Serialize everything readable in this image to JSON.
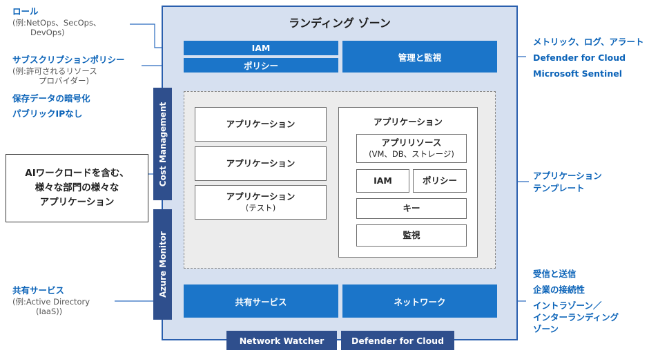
{
  "left": {
    "roles_title": "ロール",
    "roles_example": [
      "(例:NetOps、SecOps、",
      "DevOps)"
    ],
    "sub_policy_title": "サブスクリプションポリシー",
    "sub_policy_example": [
      "(例:許可されるリソース",
      "プロバイダー)"
    ],
    "encryption": "保存データの暗号化",
    "no_public_ip": "パブリックIPなし",
    "ai_workload": [
      "AIワークロードを含む、",
      "様々な部門の様々な",
      "アプリケーション"
    ],
    "shared_title": "共有サービス",
    "shared_example": [
      "(例:Active Directory",
      "(IaaS))"
    ]
  },
  "landing_zone": {
    "title": "ランディング ゾーン",
    "iam": "IAM",
    "policy": "ポリシー",
    "mgmt_monitoring": "管理と監視",
    "cost_management": "Cost Management",
    "azure_monitor": "Azure Monitor",
    "apps": [
      "アプリケーション",
      "アプリケーション"
    ],
    "app_test": "アプリケーション",
    "app_test_sub": "(テスト)",
    "app_template": {
      "title": "アプリケーション",
      "resources": "アプリリソース",
      "resources_sub": "(VM、DB、ストレージ)",
      "iam": "IAM",
      "policy": "ポリシー",
      "key": "キー",
      "monitoring": "監視"
    },
    "shared_services": "共有サービス",
    "network": "ネットワーク",
    "network_watcher": "Network Watcher",
    "defender_bottom": "Defender for Cloud"
  },
  "right": {
    "monitoring_items": [
      "メトリック、ログ、アラート",
      "Defender for Cloud",
      "Microsoft Sentinel"
    ],
    "app_template_label": [
      "アプリケーション",
      "テンプレート"
    ],
    "network_items": [
      "受信と送信",
      "企業の接続性",
      "イントラゾーン／",
      "インターランディング",
      "ゾーン"
    ]
  },
  "colors": {
    "accent_blue": "#1b75c9",
    "dark_blue": "#2f4f8d",
    "landing_zone_bg": "#d6e0f0",
    "label_blue": "#0b63b8"
  }
}
